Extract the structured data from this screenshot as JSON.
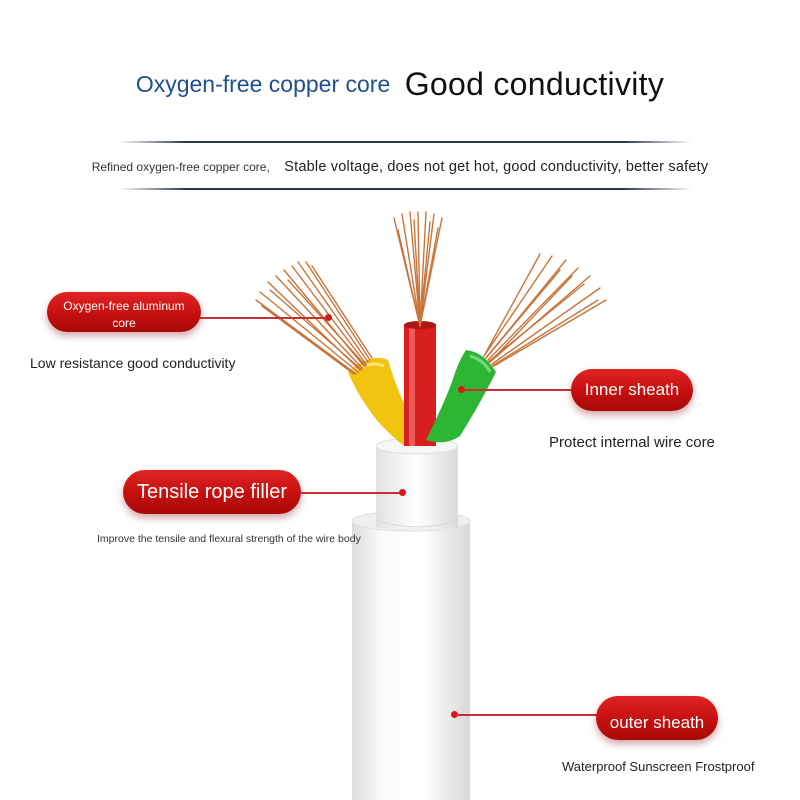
{
  "header": {
    "title_blue": "Oxygen-free copper core",
    "title_black": "Good conductivity",
    "subtitle_small": "Refined oxygen-free copper core,",
    "subtitle_large": "Stable voltage, does not get hot, good conductivity, better safety"
  },
  "callouts": {
    "aluminum_core": {
      "label": "Oxygen-free aluminum core",
      "label_line1": "Oxygen-free aluminum",
      "label_line2": "core",
      "description": "Low resistance good conductivity"
    },
    "rope_filler": {
      "label": "Tensile rope filler",
      "description": "Improve the tensile and flexural strength of the wire body"
    },
    "inner_sheath": {
      "label": "Inner sheath",
      "description": "Protect internal wire core"
    },
    "outer_sheath": {
      "label": "outer sheath",
      "description": "Waterproof Sunscreen Frostproof"
    }
  },
  "colors": {
    "title_blue": "#1f4f8e",
    "badge_red": "#c91212",
    "wire_yellow": "#f1c40f",
    "wire_red": "#d81e1e",
    "wire_green": "#2db534",
    "copper": "#c8743a",
    "sheath_white": "#f4f4f4"
  }
}
